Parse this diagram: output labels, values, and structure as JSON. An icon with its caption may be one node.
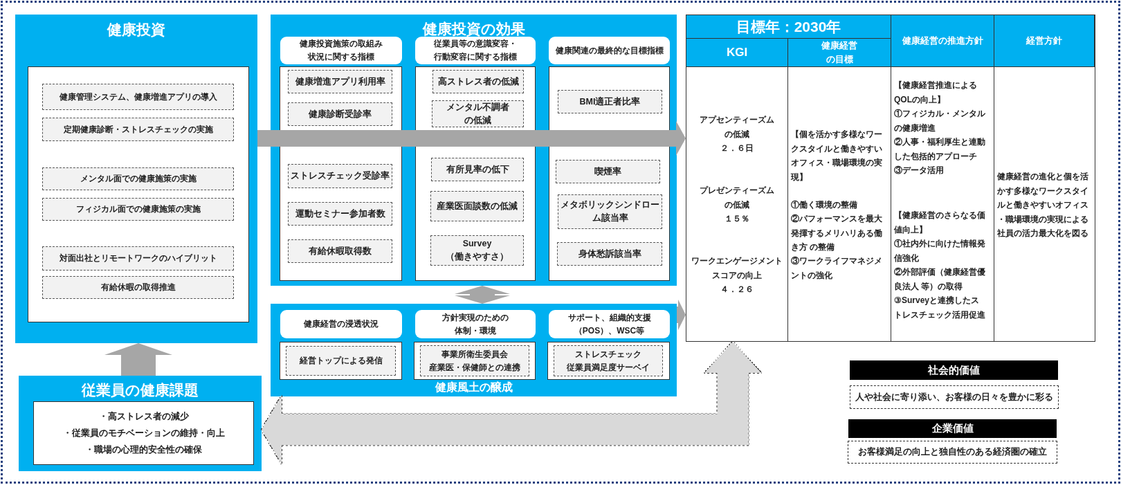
{
  "diagram": {
    "nodes": [
      {
        "text": [
          "健康投資"
        ]
      },
      {
        "text": [],
        "shape": "box",
        "in": 0
      },
      {
        "text": [
          "健康管理システム、健康増進アプリの導入"
        ],
        "in": 1
      },
      {
        "text": [
          "定期健康診断・ストレスチェックの実施"
        ],
        "in": 1
      },
      {
        "text": [
          "メンタル面での健康施策の実施"
        ],
        "in": 1
      },
      {
        "text": [
          "フィジカル面での健康施策の実施"
        ],
        "in": 1
      },
      {
        "text": [
          "対面出社とリモートワークのハイブリット"
        ],
        "in": 1
      },
      {
        "text": [
          "有給休暇の取得推進"
        ],
        "in": 1
      },
      {
        "text": [
          "従業員の健康課題"
        ]
      },
      {
        "text": [
          "・高ストレス者の減少",
          "・従業員のモチベーションの維持・向上",
          "・職場の心理的安全性の確保"
        ],
        "in": 8
      },
      {
        "text": [
          "健康投資の効果"
        ]
      },
      {
        "text": [
          "健康投資施策の取組み状況に関する指標"
        ],
        "in": 10
      },
      {
        "text": [],
        "shape": "box",
        "in": 10
      },
      {
        "text": [
          "健康増進アプリ利用率"
        ],
        "in": 12
      },
      {
        "text": [
          "健康診断受診率"
        ],
        "in": 12
      },
      {
        "text": [
          "ストレスチェック受診率"
        ],
        "in": 12
      },
      {
        "text": [
          "運動セミナー参加者数"
        ],
        "in": 12
      },
      {
        "text": [
          "有給休暇取得数"
        ],
        "in": 12
      },
      {
        "text": [
          "従業員等の意識変容・行動変容に関する指標"
        ],
        "in": 10
      },
      {
        "text": [],
        "shape": "box",
        "in": 10
      },
      {
        "text": [
          "高ストレス者の低減"
        ],
        "in": 19
      },
      {
        "text": [
          "メンタル不調者の低減"
        ],
        "in": 19
      },
      {
        "text": [
          "有所見率の低下"
        ],
        "in": 19
      },
      {
        "text": [
          "産業医面談数の低減"
        ],
        "in": 19
      },
      {
        "text": [
          "Survey",
          "（働きやすさ）"
        ],
        "in": 19
      },
      {
        "text": [
          "健康関連の最終的な目標指標"
        ],
        "in": 10
      },
      {
        "text": [],
        "shape": "box",
        "in": 10
      },
      {
        "text": [
          "BMI適正者比率"
        ],
        "in": 26
      },
      {
        "text": [
          "喫煙率"
        ],
        "in": 26
      },
      {
        "text": [
          "メタボリックシンドローム該当率"
        ],
        "in": 26
      },
      {
        "text": [
          "身体愁訴該当率"
        ],
        "in": 26
      },
      {
        "text": [
          "健康風土の醸成"
        ]
      },
      {
        "text": [
          "健康経営の浸透状況"
        ],
        "in": 31
      },
      {
        "text": [],
        "shape": "box",
        "in": 31
      },
      {
        "text": [
          "経営トップによる発信"
        ],
        "in": 33
      },
      {
        "text": [
          "方針実現のための体制・環境"
        ],
        "in": 31
      },
      {
        "text": [],
        "shape": "box",
        "in": 31
      },
      {
        "text": [
          "事業所衛生委員会",
          "産業医・保健師との連携"
        ],
        "in": 36
      },
      {
        "text": [
          "サポート、組織的支援（POS）、WSC等"
        ],
        "in": 31
      },
      {
        "text": [],
        "shape": "box",
        "in": 31
      },
      {
        "text": [
          "ストレスチェック",
          "従業員満足度サーベイ"
        ],
        "in": 39
      },
      {
        "text": [
          "目標年：2030年"
        ]
      },
      {
        "text": [
          "社会的価値"
        ]
      },
      {
        "text": [
          "人や社会に寄り添い、お客様の日々を豊かに彩る"
        ]
      },
      {
        "text": [
          "企業価値"
        ]
      },
      {
        "text": [
          "お客様満足の向上と独自性のある経済圏の確立"
        ]
      }
    ],
    "edges": [
      {
        "from": 8,
        "to": 0,
        "arrow": "to"
      },
      {
        "from": 0,
        "to": 41,
        "arrow": "to"
      },
      {
        "from": 10,
        "to": 31,
        "arrow": "both"
      },
      {
        "from": 31,
        "to": 41,
        "arrow": "to"
      },
      {
        "from": 41,
        "to": 8,
        "arrow": "both",
        "style": "dashed",
        "color": "#d9d9d9"
      }
    ],
    "labels": [
      "健康経営の推進方針",
      "経営方針",
      "KGI",
      "健康経営の目標",
      "アプセンティーズムの低減",
      "２．６日",
      "プレゼンティーズムの低減",
      "１５％",
      "ワークエンゲージメントスコアの向上",
      "４．２６",
      "【個を活かす多様なワークスタイルと働きやすいオフィス・職場環境の実現】",
      "①働く環境の整備",
      "②パフォーマンスを最大発揮するメリハリある働き方 の整備",
      "③ワークライフマネジメントの強化",
      "【健康経営推進によるQOLの向上】",
      "①フィジカル・メンタルの健康増進",
      "②人事・福利厚生と連動した包括的アプローチ",
      "③データ活用",
      "【健康経営のさらなる価値向上】",
      "①社内外に向けた情報発信強化",
      "②外部評価（健康経営優良法人 等）の取得",
      "③Surveyと連携したストレスチェック活用促進",
      "健康経営の進化と個を活かす多様なワークスタイルと働きやすいオフィス・職場環境の実現による社員の活力最大化を図る"
    ]
  }
}
